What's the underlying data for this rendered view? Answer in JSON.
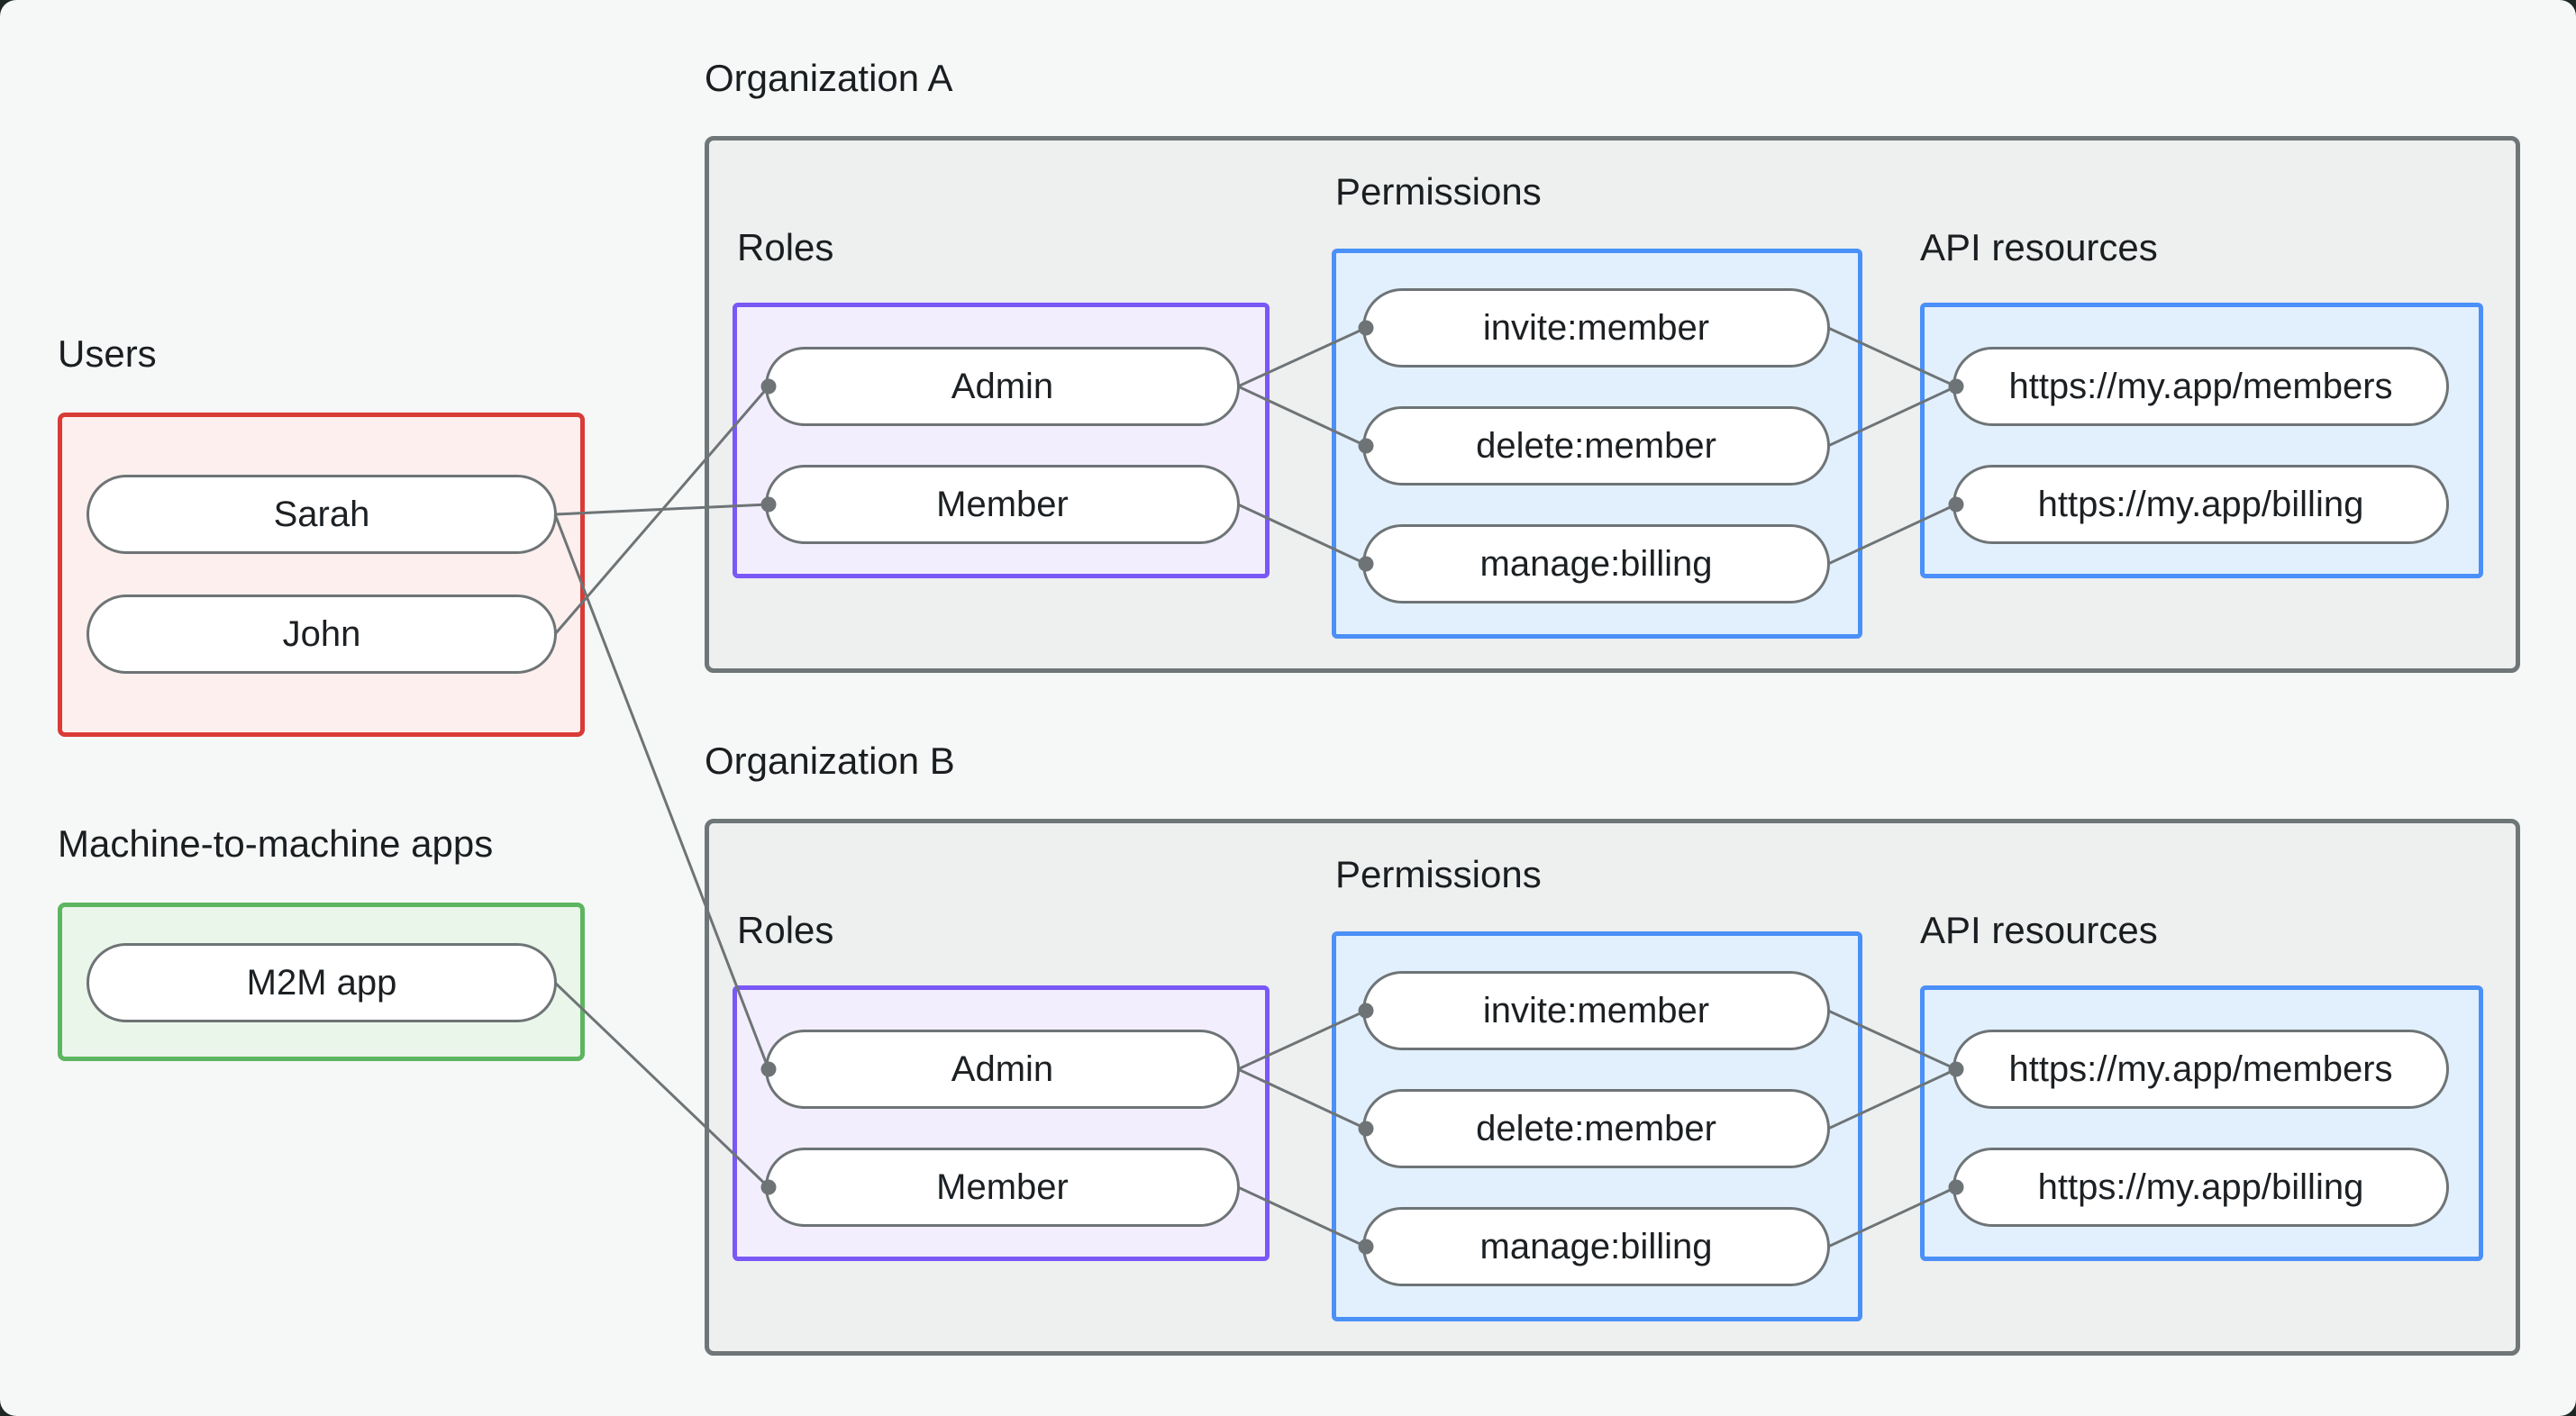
{
  "diagram_type": "organization-rbac-authorization-diagram",
  "colors": {
    "page_bg": "#f6f7f7",
    "corner_bg": "#1d2823",
    "org_box_bg": "#eeefef",
    "org_box_border": "#6f7678",
    "users_box_border": "#d93b36",
    "users_box_bg": "#fcefee",
    "m2m_box_border": "#5cb560",
    "m2m_box_bg": "#eaf6ea",
    "roles_box_border": "#7a58f6",
    "roles_box_bg": "#f3eefd",
    "blue_box_border": "#4a90f8",
    "blue_box_bg": "#e2f0fd",
    "pill_bg": "#ffffff",
    "pill_border": "#6e7476",
    "connector": "#6e7476",
    "text": "#1b1f21"
  },
  "users": {
    "label": "Users",
    "items": [
      {
        "id": "sarah",
        "label": "Sarah"
      },
      {
        "id": "john",
        "label": "John"
      }
    ]
  },
  "m2m": {
    "label": "Machine-to-machine apps",
    "items": [
      {
        "id": "m2m",
        "label": "M2M app"
      }
    ]
  },
  "organizations": [
    {
      "title": "Organization A",
      "roles_label": "Roles",
      "permissions_label": "Permissions",
      "api_label": "API resources",
      "roles": [
        {
          "id": "a-admin",
          "label": "Admin"
        },
        {
          "id": "a-member",
          "label": "Member"
        }
      ],
      "permissions": [
        {
          "id": "a-invite",
          "label": "invite:member"
        },
        {
          "id": "a-delete",
          "label": "delete:member"
        },
        {
          "id": "a-manage",
          "label": "manage:billing"
        }
      ],
      "api_resources": [
        {
          "id": "a-members",
          "label": "https://my.app/members"
        },
        {
          "id": "a-billing",
          "label": "https://my.app/billing"
        }
      ]
    },
    {
      "title": "Organization B",
      "roles_label": "Roles",
      "permissions_label": "Permissions",
      "api_label": "API resources",
      "roles": [
        {
          "id": "b-admin",
          "label": "Admin"
        },
        {
          "id": "b-member",
          "label": "Member"
        }
      ],
      "permissions": [
        {
          "id": "b-invite",
          "label": "invite:member"
        },
        {
          "id": "b-delete",
          "label": "delete:member"
        },
        {
          "id": "b-manage",
          "label": "manage:billing"
        }
      ],
      "api_resources": [
        {
          "id": "b-members",
          "label": "https://my.app/members"
        },
        {
          "id": "b-billing",
          "label": "https://my.app/billing"
        }
      ]
    }
  ],
  "edges": [
    {
      "from": "sarah",
      "to": "a-member"
    },
    {
      "from": "john",
      "to": "a-admin"
    },
    {
      "from": "sarah",
      "to": "b-admin"
    },
    {
      "from": "m2m",
      "to": "b-member"
    },
    {
      "from": "a-admin",
      "to": "a-invite"
    },
    {
      "from": "a-admin",
      "to": "a-delete"
    },
    {
      "from": "a-member",
      "to": "a-manage"
    },
    {
      "from": "a-invite",
      "to": "a-members"
    },
    {
      "from": "a-delete",
      "to": "a-members"
    },
    {
      "from": "a-manage",
      "to": "a-billing"
    },
    {
      "from": "b-admin",
      "to": "b-invite"
    },
    {
      "from": "b-admin",
      "to": "b-delete"
    },
    {
      "from": "b-member",
      "to": "b-manage"
    },
    {
      "from": "b-invite",
      "to": "b-members"
    },
    {
      "from": "b-delete",
      "to": "b-members"
    },
    {
      "from": "b-manage",
      "to": "b-billing"
    }
  ]
}
